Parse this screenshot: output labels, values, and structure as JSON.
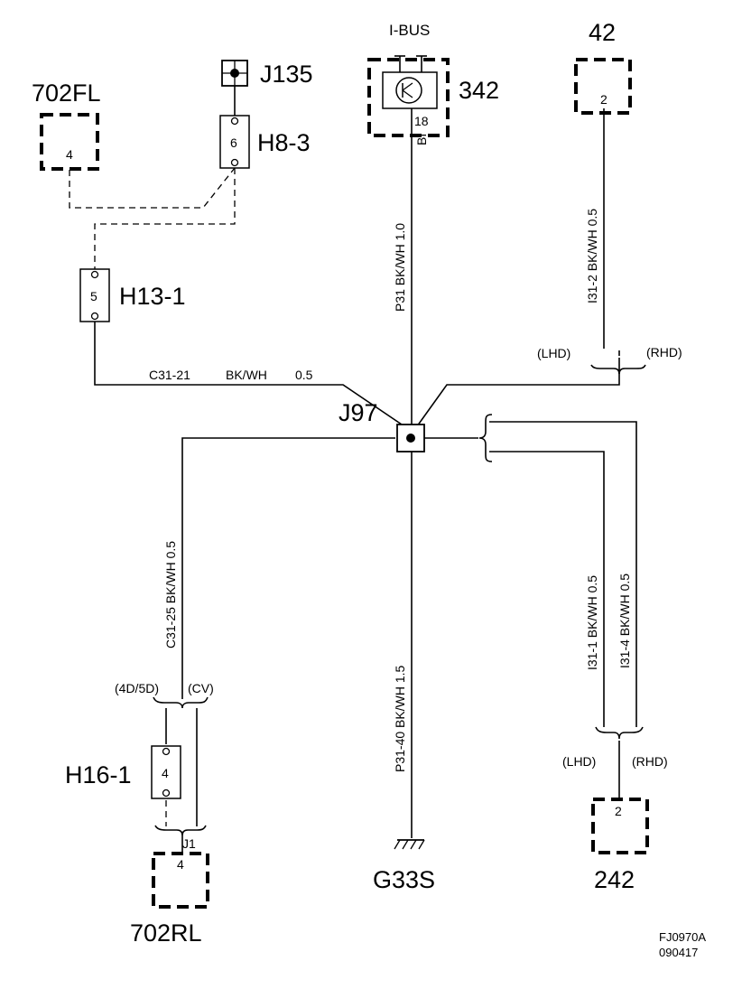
{
  "components": {
    "c702fl": {
      "name": "702FL",
      "pin": "4"
    },
    "c702rl": {
      "name": "702RL",
      "pin": "4"
    },
    "c42": {
      "name": "42",
      "pin": "2"
    },
    "c242": {
      "name": "242",
      "pin": "2"
    },
    "c342": {
      "name": "342",
      "pin": "18",
      "bus": "I-BUS",
      "pin_color": "BI"
    },
    "j135": {
      "name": "J135"
    },
    "j97": {
      "name": "J97"
    },
    "g33s": {
      "name": "G33S"
    }
  },
  "connectors": {
    "h8_3": {
      "name": "H8-3",
      "pin": "6"
    },
    "h13_1": {
      "name": "H13-1",
      "pin": "5"
    },
    "h16_1": {
      "name": "H16-1",
      "pin": "4"
    },
    "j1": {
      "name": "J1"
    }
  },
  "wires": {
    "top_center": "P31   BK/WH   1.0",
    "bottom_center": "P31-40  BK/WH  1.5",
    "left_horizontal_id": "C31-21",
    "left_horizontal_color": "BK/WH",
    "left_horizontal_size": "0.5",
    "left_vertical": "C31-25   BK/WH   0.5",
    "right_top": "I31-2    BK/WH   0.5",
    "right_lower_1": "I31-1   BK/WH   0.5",
    "right_lower_2": "I31-4  BK/WH   0.5"
  },
  "variants": {
    "lhd_top": "(LHD)",
    "rhd_top": "(RHD)",
    "lhd_bottom": "(LHD)",
    "rhd_bottom": "(RHD)",
    "body_4d5d": "(4D/5D)",
    "body_cv": "(CV)"
  },
  "footer": {
    "code": "FJ0970A",
    "date": "090417"
  }
}
